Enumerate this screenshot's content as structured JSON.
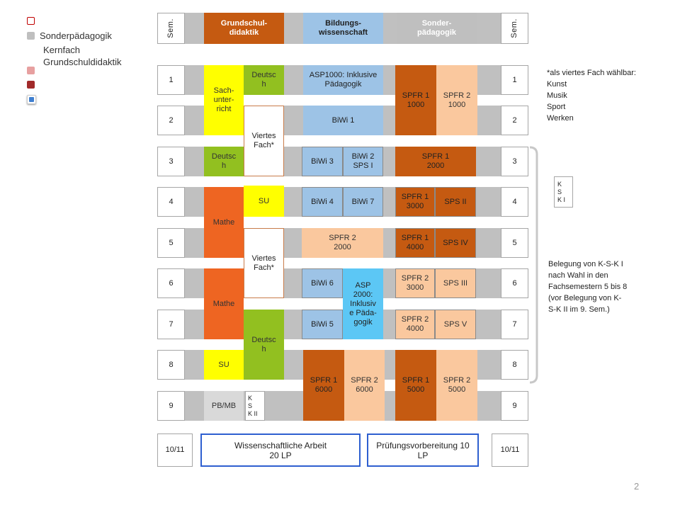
{
  "legend": {
    "items": [
      {
        "label": "",
        "color": "#ffffff",
        "border": "#c00000"
      },
      {
        "label": "Sonderpädagogik",
        "color": "#bfbfbf",
        "border": "#bfbfbf"
      },
      {
        "label": "Kernfach\nGrundschuldidaktik",
        "color": "",
        "border": ""
      },
      {
        "label": "",
        "color": "#e7a0a0",
        "border": "#e7a0a0"
      },
      {
        "label": "",
        "color": "#a12a2a",
        "border": "#a12a2a"
      },
      {
        "label": "",
        "color": "#3f7fd0",
        "border": "#ffffff"
      }
    ]
  },
  "headers": {
    "sem_left": "Sem.",
    "sem_right": "Sem.",
    "grundschul": "Grundschul-\ndidaktik",
    "bildung": "Bildungs-\nwissenschaft",
    "sonder": "Sonder-\npädagogik"
  },
  "semesters": [
    "1",
    "2",
    "3",
    "4",
    "5",
    "6",
    "7",
    "8",
    "9",
    "10/11"
  ],
  "cells": {
    "sachunterricht": "Sach-\nunter-\nricht",
    "deutsch1": "Deutsc\nh",
    "asp1000": "ASP1000: Inklusive\nPädagogik",
    "spfr1_1000": "SPFR 1\n1000",
    "spfr2_1000": "SPFR 2\n1000",
    "viertes1": "Viertes\nFach*",
    "biwi1": "BiWi 1",
    "deutsch3": "Deutsc\nh",
    "biwi3": "BiWi 3",
    "biwi2": "BiWi 2\nSPS I",
    "spfr1_2000": "SPFR 1\n2000",
    "mathe1": "Mathe",
    "su4": "SU",
    "biwi4": "BiWi 4",
    "biwi7": "BiWi 7",
    "spfr1_3000": "SPFR 1\n3000",
    "sps2": "SPS II",
    "viertes2": "Viertes\nFach*",
    "spfr2_2000": "SPFR 2\n2000",
    "spfr1_4000": "SPFR 1\n4000",
    "sps4": "SPS IV",
    "mathe2": "Mathe",
    "biwi6": "BiWi 6",
    "asp2000": "ASP\n2000:\nInklusiv\ne Päda-\ngogik",
    "spfr2_3000": "SPFR 2\n3000",
    "sps3": "SPS III",
    "deutsch7": "Deutsc\nh",
    "biwi5": "BiWi 5",
    "spfr2_4000": "SPFR 2\n4000",
    "sps5": "SPS V",
    "su8": "SU",
    "spfr1_6000": "SPFR 1\n6000",
    "spfr2_6000": "SPFR 2\n6000",
    "spfr1_5000": "SPFR 1\n5000",
    "spfr2_5000": "SPFR 2\n5000",
    "pbmb": "PB/MB",
    "ksk2": "K\nS\nK II",
    "wiss_arbeit": "Wissenschaftliche Arbeit\n20 LP",
    "pruefung": "Prüfungsvorbereitung 10\nLP"
  },
  "notes": {
    "viertes_fach": "*als viertes Fach wählbar:\nKunst\nMusik\nSport\nWerken",
    "ksk1": "K\nS\nK I",
    "belegung": "Belegung von K-S-K I\nnach Wahl in den\nFachsemestern 5 bis 8\n(vor Belegung von K-\nS-K II im 9. Sem.)"
  },
  "page_number": "2"
}
